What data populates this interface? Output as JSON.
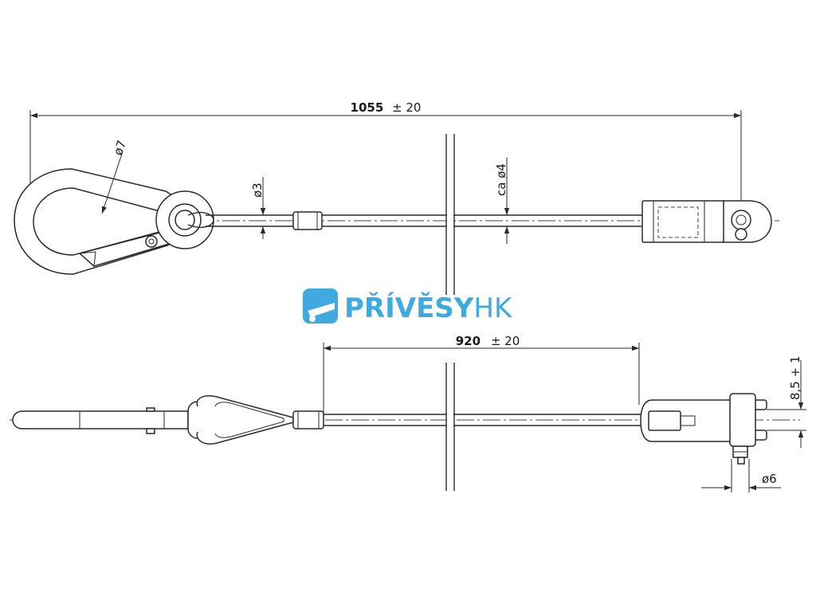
{
  "top_view": {
    "overall_length": {
      "value": "1055",
      "tolerance": "± 20"
    },
    "carabiner_wire_diameter": "ø7",
    "cable_diameter": "ø3",
    "cable_sheath_diameter": "ca ø4"
  },
  "side_view": {
    "cable_length": {
      "value": "920",
      "tolerance": "± 20"
    },
    "fork_width": "8,5 + 1",
    "pin_diameter": "ø6"
  },
  "watermark": {
    "brand_main": "PŘÍVĚSY",
    "brand_suffix": "HK",
    "brand_color": "#3fa9e0"
  }
}
